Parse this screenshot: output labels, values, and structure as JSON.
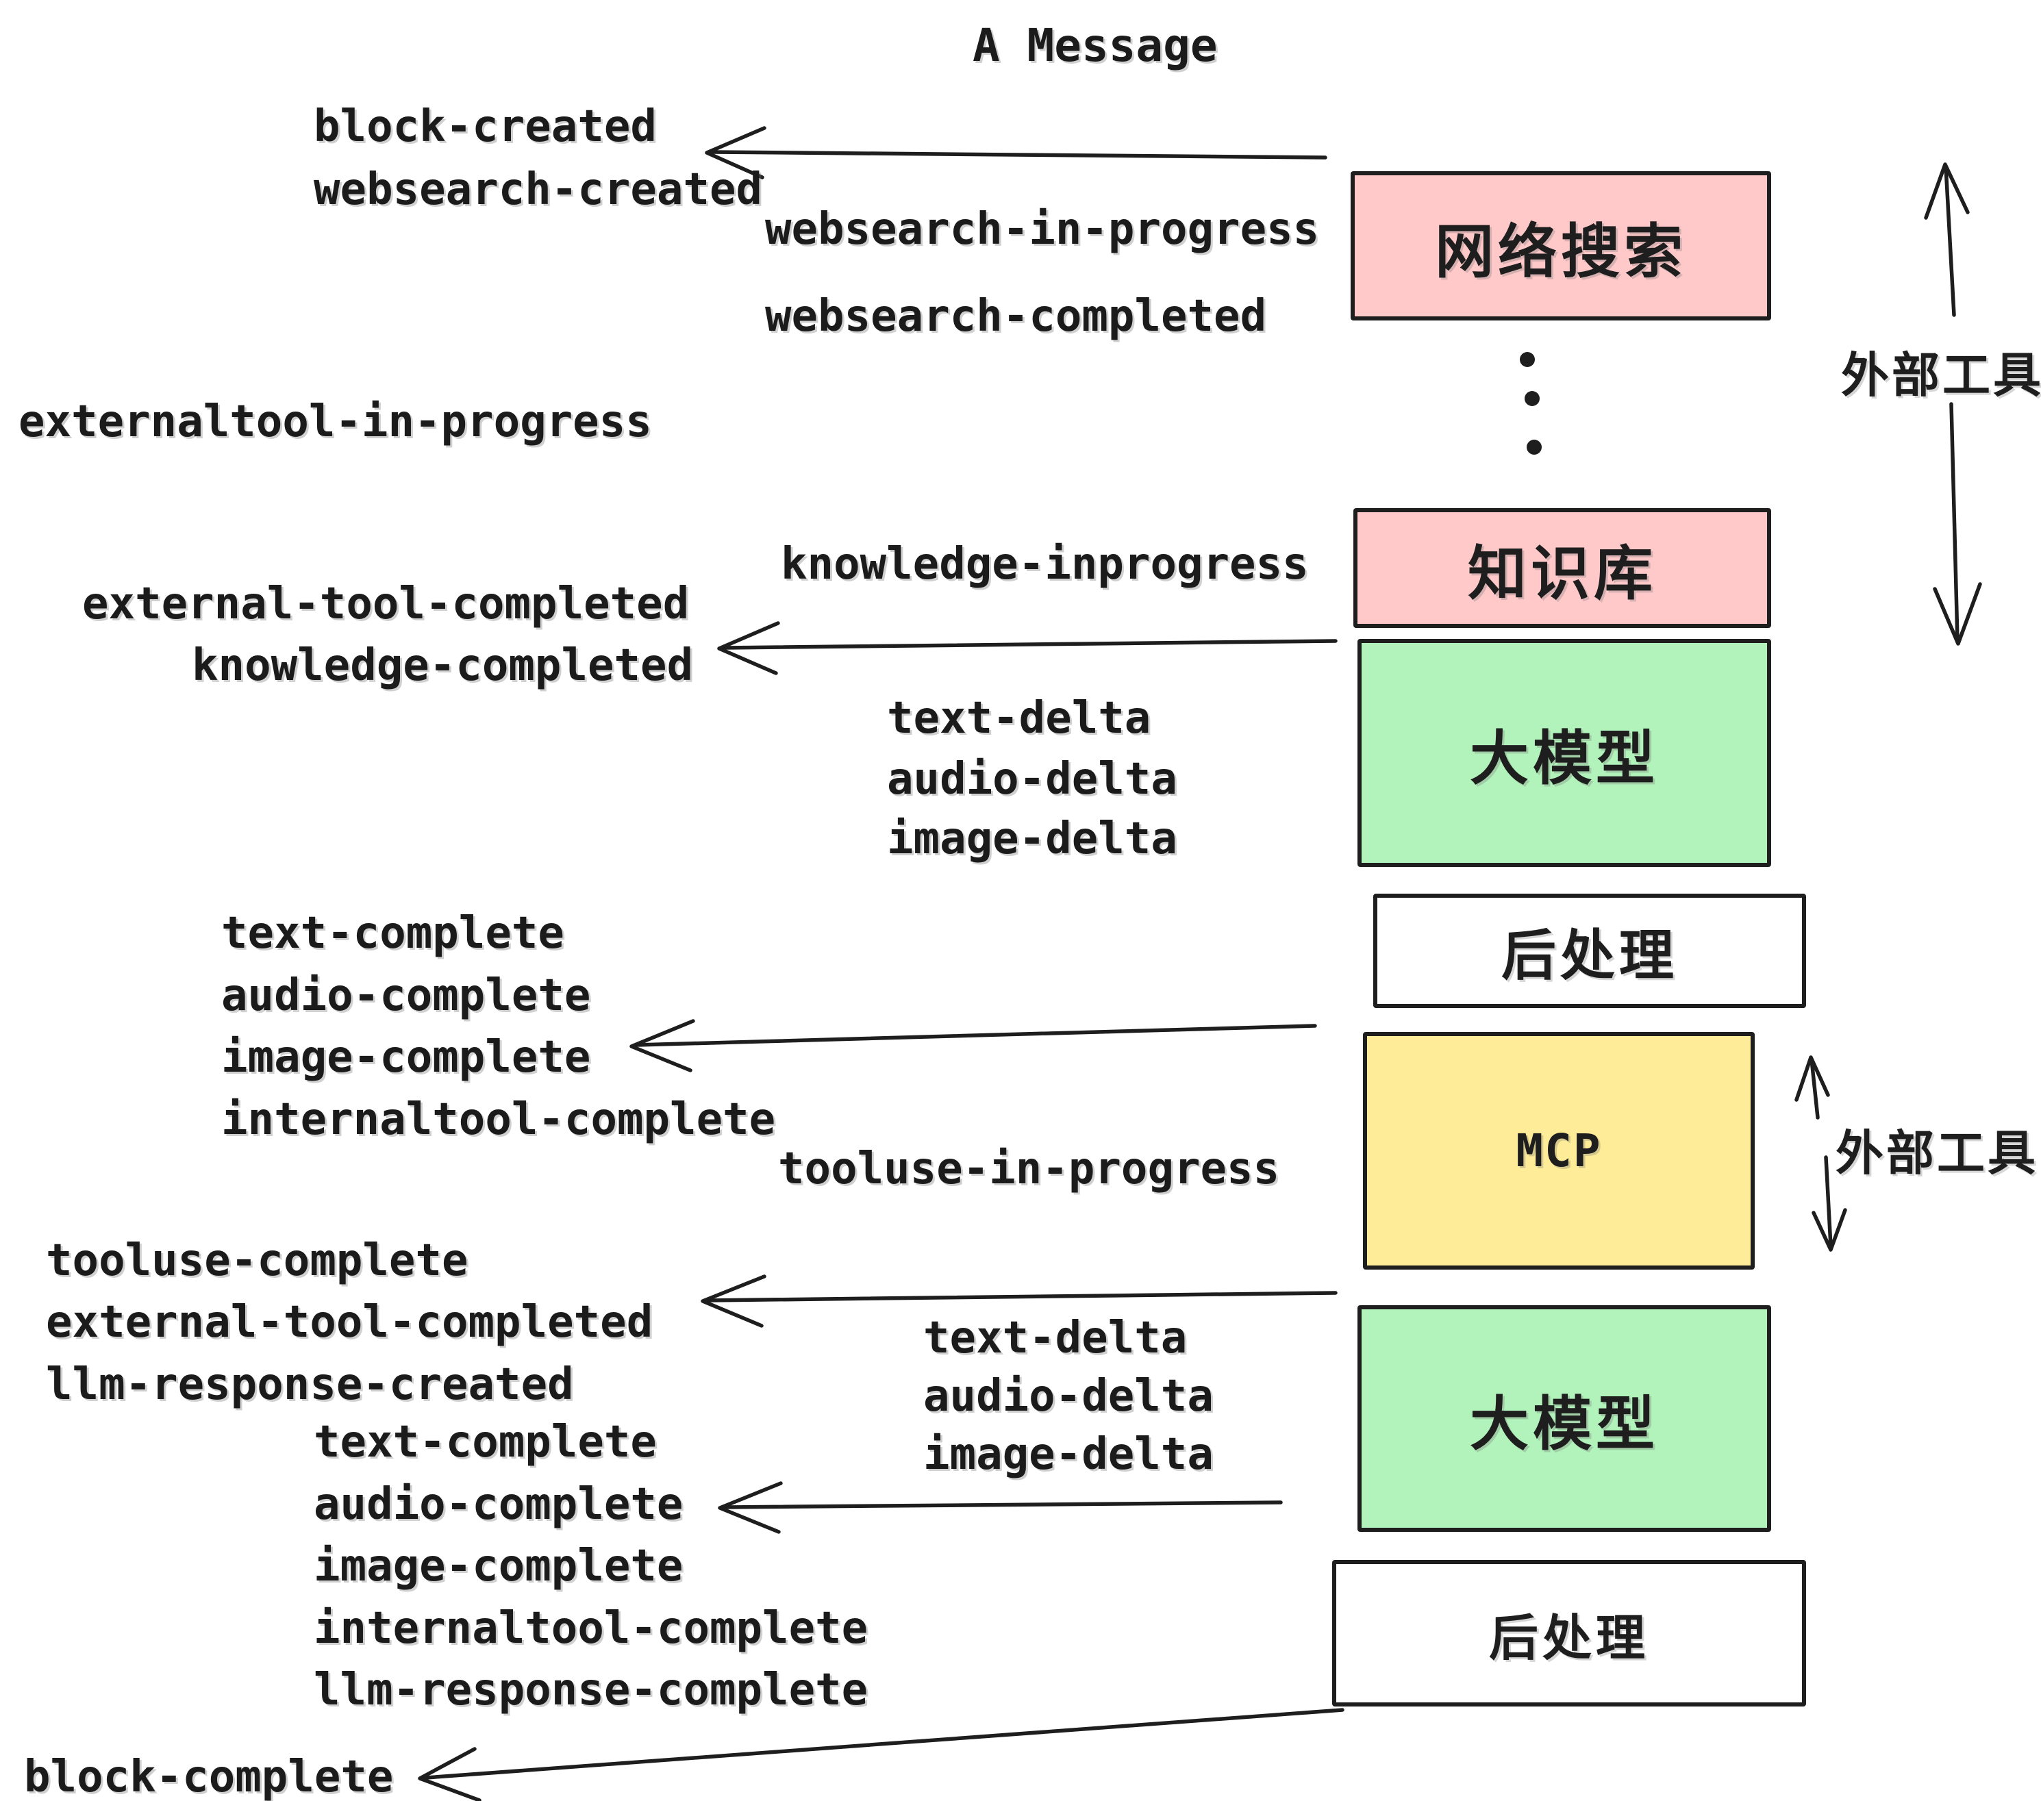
{
  "title": "A Message",
  "events": [
    "block-created",
    "websearch-created",
    "websearch-in-progress",
    "websearch-completed",
    "externaltool-in-progress",
    "knowledge-inprogress",
    "external-tool-completed",
    "knowledge-completed",
    "text-delta",
    "audio-delta",
    "image-delta",
    "text-complete",
    "audio-complete",
    "image-complete",
    "internaltool-complete",
    "tooluse-in-progress",
    "tooluse-complete",
    "external-tool-completed",
    "llm-response-created",
    "text-delta",
    "audio-delta",
    "image-delta",
    "text-complete",
    "audio-complete",
    "image-complete",
    "internaltool-complete",
    "llm-response-complete",
    "block-complete"
  ],
  "boxes": [
    {
      "id": "websearch",
      "label": "网络搜索",
      "color": "#ffc9c9"
    },
    {
      "id": "knowledge",
      "label": "知识库",
      "color": "#ffc9c9"
    },
    {
      "id": "llm-1",
      "label": "大模型",
      "color": "#b2f2bb"
    },
    {
      "id": "postprocess-1",
      "label": "后处理",
      "color": "#ffffff"
    },
    {
      "id": "mcp",
      "label": "MCP",
      "color": "#ffec99"
    },
    {
      "id": "llm-2",
      "label": "大模型",
      "color": "#b2f2bb"
    },
    {
      "id": "postprocess-2",
      "label": "后处理",
      "color": "#ffffff"
    }
  ],
  "annotations": {
    "external_tools_top": "外部工具",
    "external_tools_bottom": "外部工具"
  },
  "colors": {
    "stroke": "#1e1e1e",
    "pink": "#ffc9c9",
    "green": "#b2f2bb",
    "yellow": "#ffec99"
  }
}
